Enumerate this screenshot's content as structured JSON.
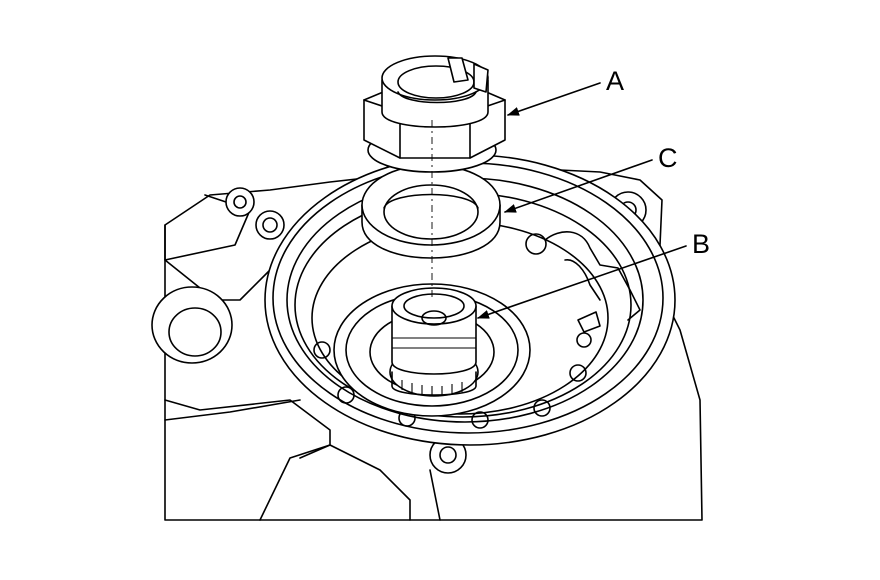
{
  "callouts": [
    {
      "id": "a",
      "label": "A"
    },
    {
      "id": "c",
      "label": "C"
    },
    {
      "id": "b",
      "label": "B"
    }
  ],
  "colors": {
    "line": "#000000",
    "background": "#ffffff"
  }
}
